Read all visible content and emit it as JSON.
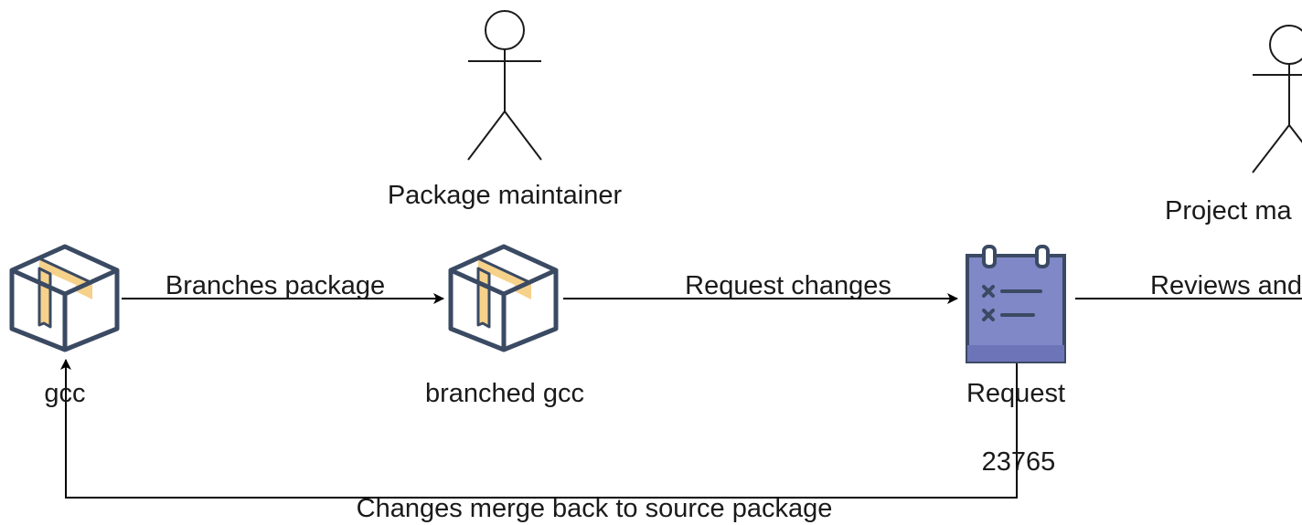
{
  "actors": [
    {
      "id": "package-maintainer",
      "label": "Package maintainer"
    },
    {
      "id": "project-maintainer",
      "label": "Project ma"
    }
  ],
  "nodes": [
    {
      "id": "gcc",
      "label": "gcc",
      "icon": "package-box-icon"
    },
    {
      "id": "branched-gcc",
      "label": "branched gcc",
      "icon": "package-box-icon"
    },
    {
      "id": "request",
      "label": "Request",
      "icon": "request-clipboard-icon",
      "number": "23765"
    }
  ],
  "edges": [
    {
      "from": "gcc",
      "to": "branched-gcc",
      "label": "Branches package"
    },
    {
      "from": "branched-gcc",
      "to": "request",
      "label": "Request changes"
    },
    {
      "from": "request",
      "to": "",
      "label": "Reviews and"
    },
    {
      "from": "request",
      "to": "gcc",
      "label": "Changes merge back to source package"
    }
  ],
  "colors": {
    "box_stroke": "#3b4a63",
    "box_tape": "#f6d18a",
    "clipboard_fill": "#8088c7",
    "clipboard_stroke": "#3b4a63",
    "line": "#000000"
  }
}
